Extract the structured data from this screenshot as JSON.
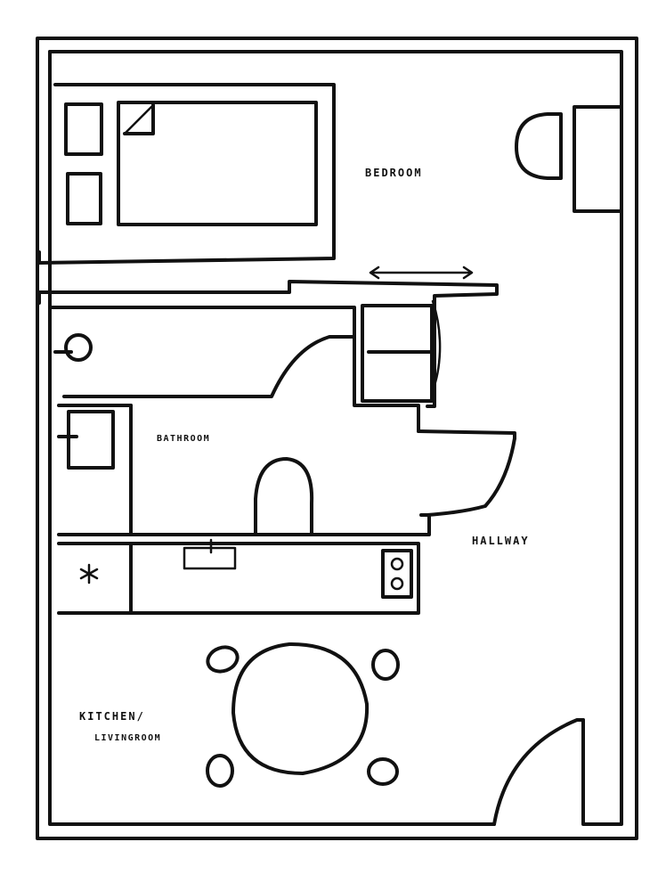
{
  "rooms": {
    "bedroom": "BEDROOM",
    "bathroom": "BATHROOM",
    "hallway": "HALLWAY",
    "kitchen_line1": "KITCHEN/",
    "kitchen_line2": "LIVINGROOM"
  },
  "colors": {
    "ink": "#111111",
    "paper": "#ffffff"
  }
}
